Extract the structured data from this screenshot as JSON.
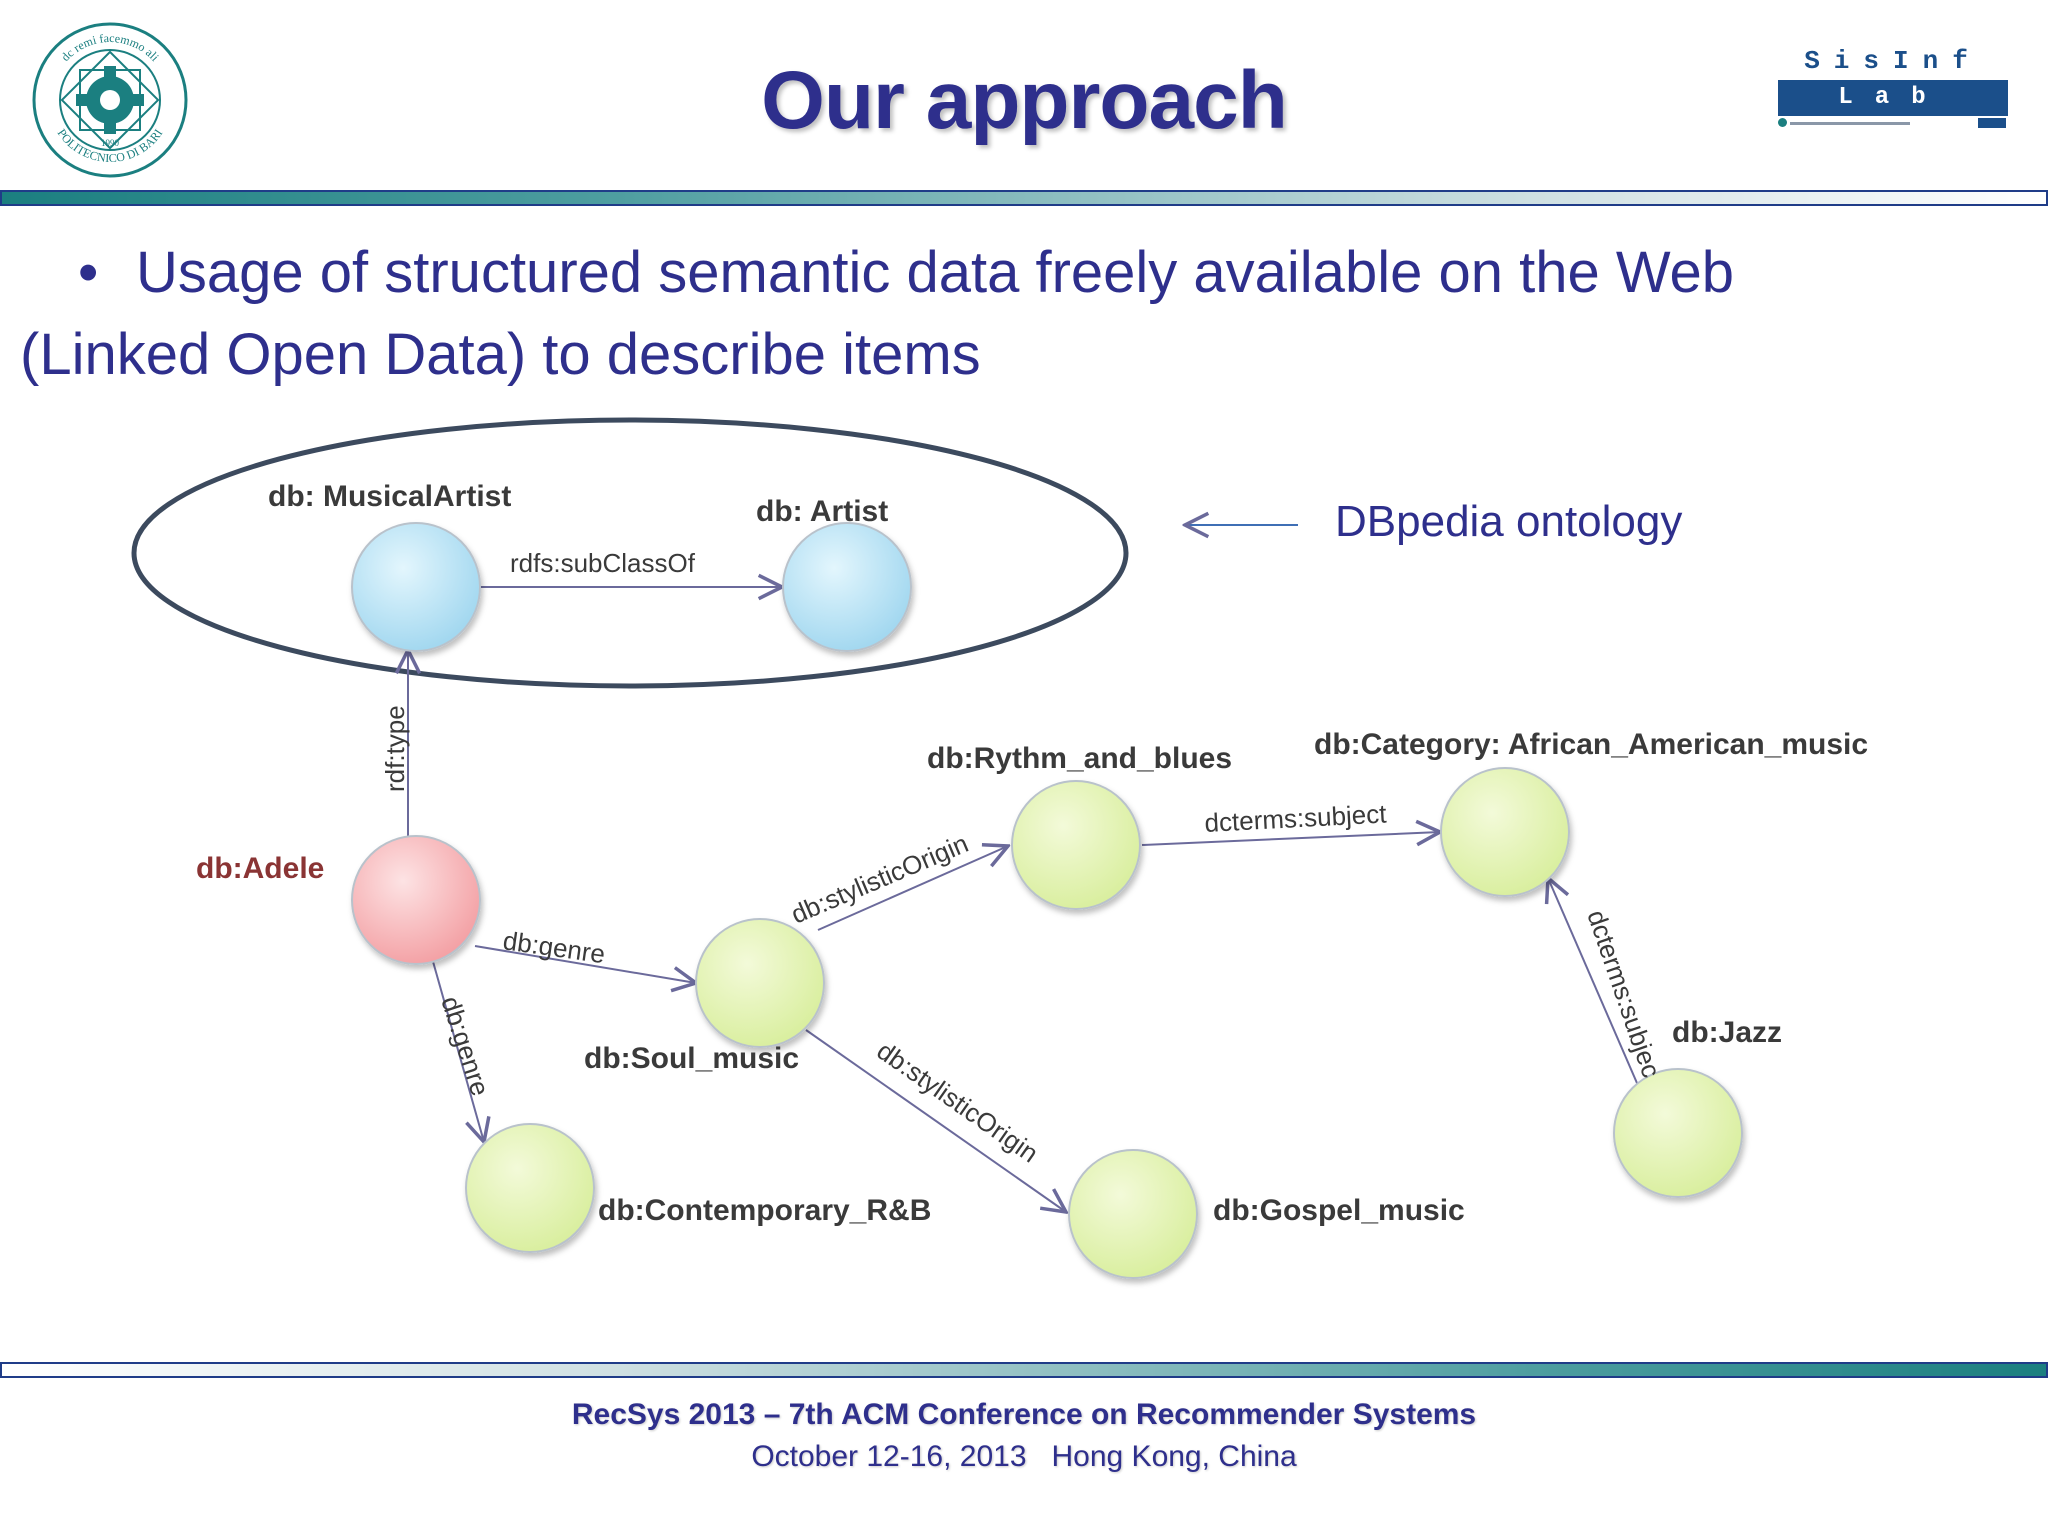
{
  "slide": {
    "title": "Our approach",
    "bullet_line1": "Usage of structured semantic data freely available on the Web",
    "bullet_line2": "(Linked Open Data) to describe items",
    "bullet_symbol": "•"
  },
  "logos": {
    "left_ring_top": "dc remi facemmo ali",
    "left_ring_bottom": "POLITECNICO DI BARI",
    "left_year": "1990",
    "right_top": "SisInf",
    "right_bar": "Lab"
  },
  "diagram": {
    "ontology_label": "DBpedia ontology",
    "nodes": {
      "musical_artist": "db: MusicalArtist",
      "artist": "db: Artist",
      "adele": "db:Adele",
      "soul_music": "db:Soul_music",
      "rythm_and_blues": "db:Rythm_and_blues",
      "category": "db:Category: African_American_music",
      "contemporary_rnb": "db:Contemporary_R&B",
      "gospel_music": "db:Gospel_music",
      "jazz": "db:Jazz"
    },
    "edges": {
      "subclass": "rdfs:subClassOf",
      "rdf_type": "rdf:type",
      "genre1": "db:genre",
      "genre2": "db:genre",
      "stylistic1": "db:stylisticOrigin",
      "stylistic2": "db:stylisticOrigin",
      "dcterms1": "dcterms:subject",
      "dcterms2": "dcterms:subjec"
    },
    "colors": {
      "ontology_node": "#a7dcf3",
      "subject_node": "#f7a3a6",
      "resource_node": "#dff0a8",
      "edge": "#6b6a9b",
      "text": "#2e2f8c"
    }
  },
  "footer": {
    "conference": "RecSys 2013 – 7th ACM Conference on Recommender Systems",
    "date_place": "October 12-16, 2013   Hong Kong, China"
  }
}
